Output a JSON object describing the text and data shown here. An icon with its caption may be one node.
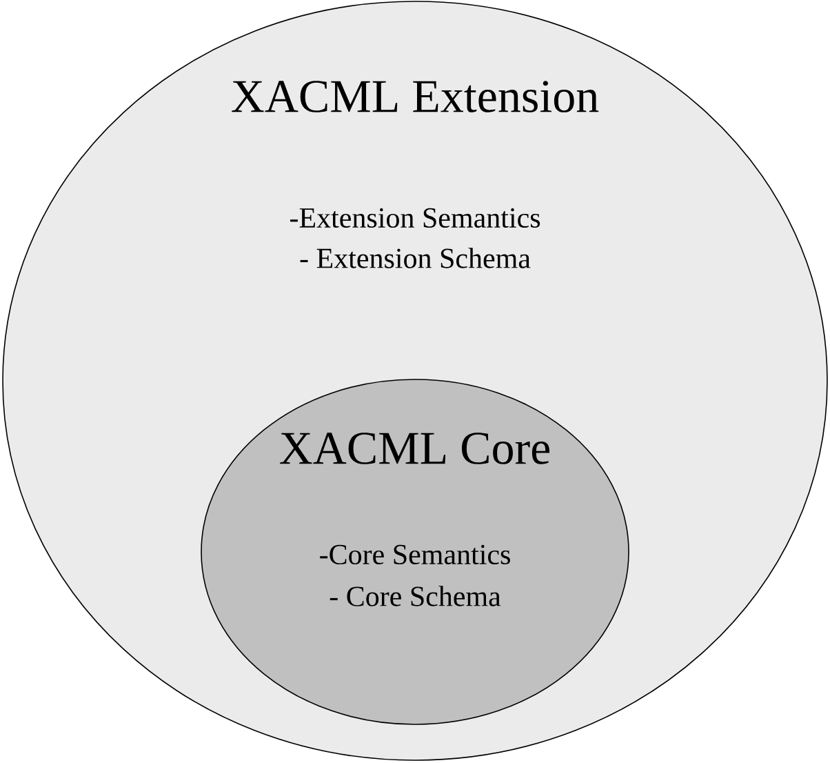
{
  "diagram": {
    "nodes": [
      {
        "text": [
          "XACML Extension",
          "-Extension Semantics",
          "- Extension Schema"
        ]
      },
      {
        "text": [
          "XACML Core",
          "-Core Semantics",
          "- Core Schema"
        ],
        "in": 0
      }
    ]
  }
}
